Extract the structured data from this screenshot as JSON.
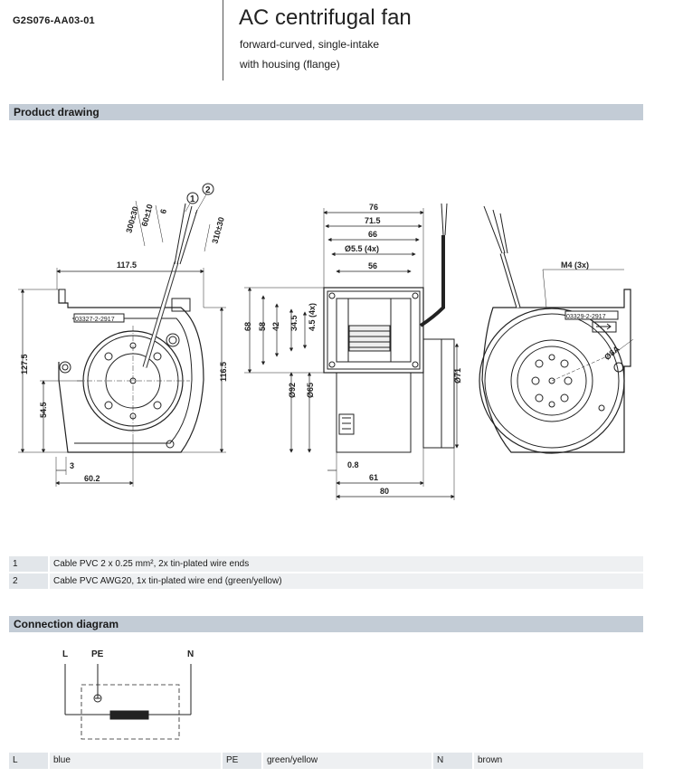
{
  "header": {
    "model": "G2S076-AA03-01",
    "title": "AC centrifugal fan",
    "subtitle_line1": "forward-curved, single-intake",
    "subtitle_line2": "with housing (flange)"
  },
  "sections": {
    "product_drawing": "Product drawing",
    "connection_diagram": "Connection diagram"
  },
  "drawing": {
    "callouts": [
      "1",
      "2"
    ],
    "left_view": {
      "dims": [
        "300±30",
        "60±10",
        "6",
        "310±30",
        "117.5",
        "127.5",
        "54.5",
        "116.5",
        "3",
        "60.2"
      ],
      "label": "03327-2-2917"
    },
    "middle_view": {
      "dims": [
        "76",
        "71.5",
        "66",
        "Ø5.5 (4x)",
        "56",
        "68",
        "58",
        "42",
        "34.5",
        "4.5 (4x)",
        "Ø92",
        "Ø65",
        "Ø71",
        "0.8",
        "61",
        "80"
      ]
    },
    "right_view": {
      "dims": [
        "M4 (3x)",
        "Ø8A"
      ],
      "label": "03329-2-2917"
    }
  },
  "notes": [
    {
      "num": "1",
      "text": "Cable PVC 2 x 0.25 mm², 2x tin-plated wire ends"
    },
    {
      "num": "2",
      "text": "Cable PVC AWG20, 1x tin-plated wire end (green/yellow)"
    }
  ],
  "connection": {
    "terminals": [
      "L",
      "PE",
      "N"
    ],
    "legend": [
      {
        "key": "L",
        "value": "blue"
      },
      {
        "key": "PE",
        "value": "green/yellow"
      },
      {
        "key": "N",
        "value": "brown"
      }
    ]
  }
}
